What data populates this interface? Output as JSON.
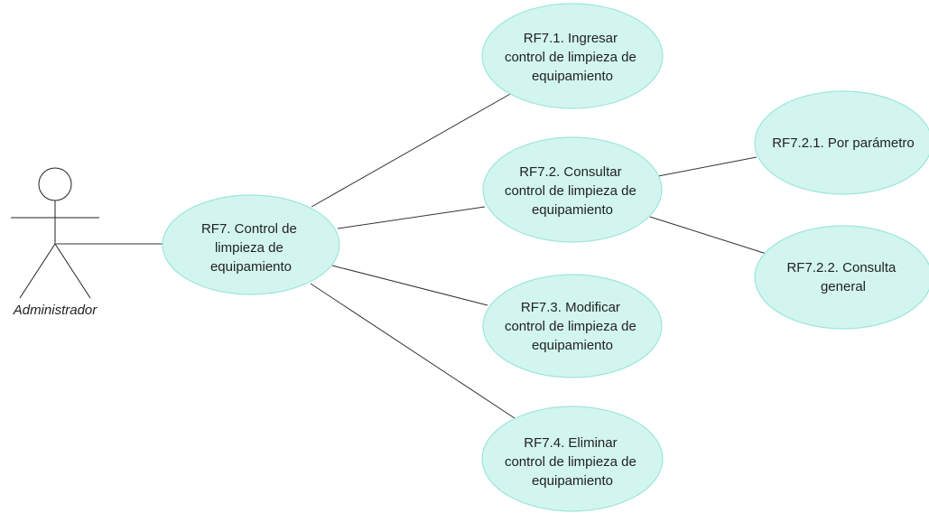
{
  "colors": {
    "usecase_fill": "#d2f5ef",
    "usecase_stroke": "#9ee6da",
    "line": "#333333",
    "text": "#222222"
  },
  "actor": {
    "name": "Administrador",
    "icon": "stick-figure"
  },
  "use_cases": [
    {
      "id": "rf7",
      "lines": [
        "RF7. Control de",
        "limpieza de",
        "equipamiento"
      ]
    },
    {
      "id": "rf7-1",
      "lines": [
        "RF7.1. Ingresar",
        "control de limpieza de",
        "equipamiento"
      ]
    },
    {
      "id": "rf7-2",
      "lines": [
        "RF7.2. Consultar",
        "control de limpieza de",
        "equipamiento"
      ]
    },
    {
      "id": "rf7-3",
      "lines": [
        "RF7.3. Modificar",
        "control de limpieza de",
        "equipamiento"
      ]
    },
    {
      "id": "rf7-4",
      "lines": [
        "RF7.4. Eliminar",
        "control de limpieza de",
        "equipamiento"
      ]
    },
    {
      "id": "rf7-2-1",
      "lines": [
        "RF7.2.1. Por parámetro"
      ]
    },
    {
      "id": "rf7-2-2",
      "lines": [
        "RF7.2.2. Consulta",
        "general"
      ]
    }
  ]
}
